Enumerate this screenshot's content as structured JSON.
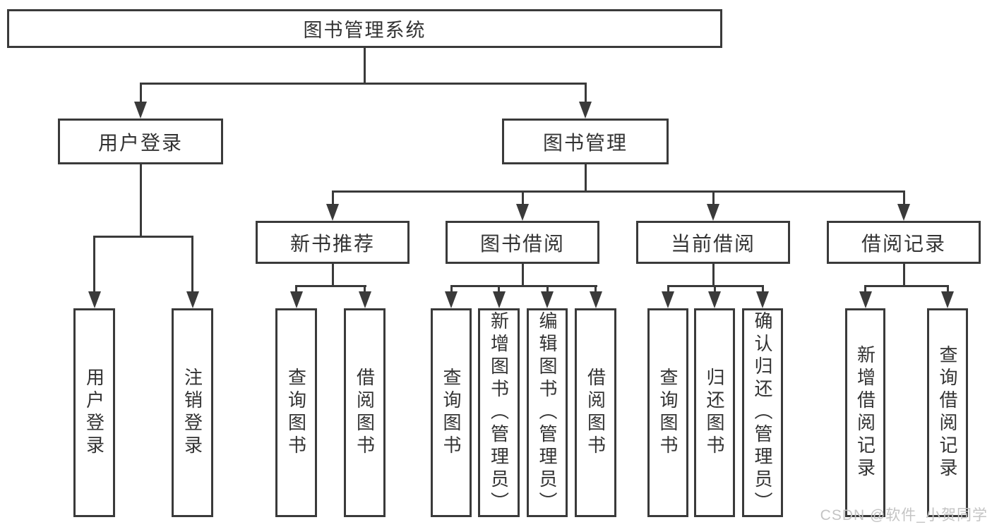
{
  "tree": {
    "label": "图书管理系统",
    "children": [
      {
        "label": "用户登录",
        "children": [
          {
            "label": "用户登录"
          },
          {
            "label": "注销登录"
          }
        ]
      },
      {
        "label": "图书管理",
        "children": [
          {
            "label": "新书推荐",
            "children": [
              {
                "label": "查询图书"
              },
              {
                "label": "借阅图书"
              }
            ]
          },
          {
            "label": "图书借阅",
            "children": [
              {
                "label": "查询图书"
              },
              {
                "label": "新增图书（管理员）"
              },
              {
                "label": "编辑图书（管理员）"
              },
              {
                "label": "借阅图书"
              }
            ]
          },
          {
            "label": "当前借阅",
            "children": [
              {
                "label": "查询图书"
              },
              {
                "label": "归还图书"
              },
              {
                "label": "确认归还（管理员）"
              }
            ]
          },
          {
            "label": "借阅记录",
            "children": [
              {
                "label": "新增借阅记录"
              },
              {
                "label": "查询借阅记录"
              }
            ]
          }
        ]
      }
    ]
  },
  "watermark": "CSDN @软件_小贺同学",
  "colors": {
    "line": "#3a3a3a",
    "text": "#333333",
    "watermark": "#c4c4c4",
    "background": "#ffffff"
  }
}
